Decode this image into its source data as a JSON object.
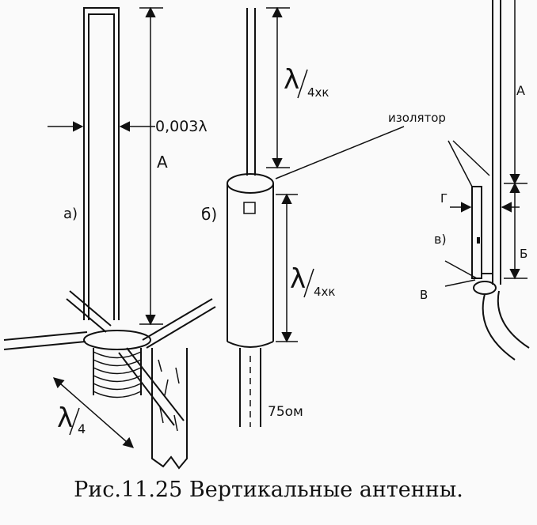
{
  "caption": "Рис.11.25 Вертикальные антенны.",
  "labels": {
    "part_a": "а)",
    "part_b": "б)",
    "part_c": "в)",
    "spacing": "0,003λ",
    "dim_A_left": "А",
    "dim_A_right": "А",
    "quarter_wave_lambda": "λ",
    "quarter_wave_den": "4",
    "quarter_k_top_lambda": "λ",
    "quarter_k_top_den": "4хк",
    "quarter_k_bottom_lambda": "λ",
    "quarter_k_bottom_den": "4хк",
    "insulator": "изолятор",
    "dim_G": "Г",
    "dim_B": "Б",
    "dim_V": "В",
    "impedance": "75ом"
  }
}
